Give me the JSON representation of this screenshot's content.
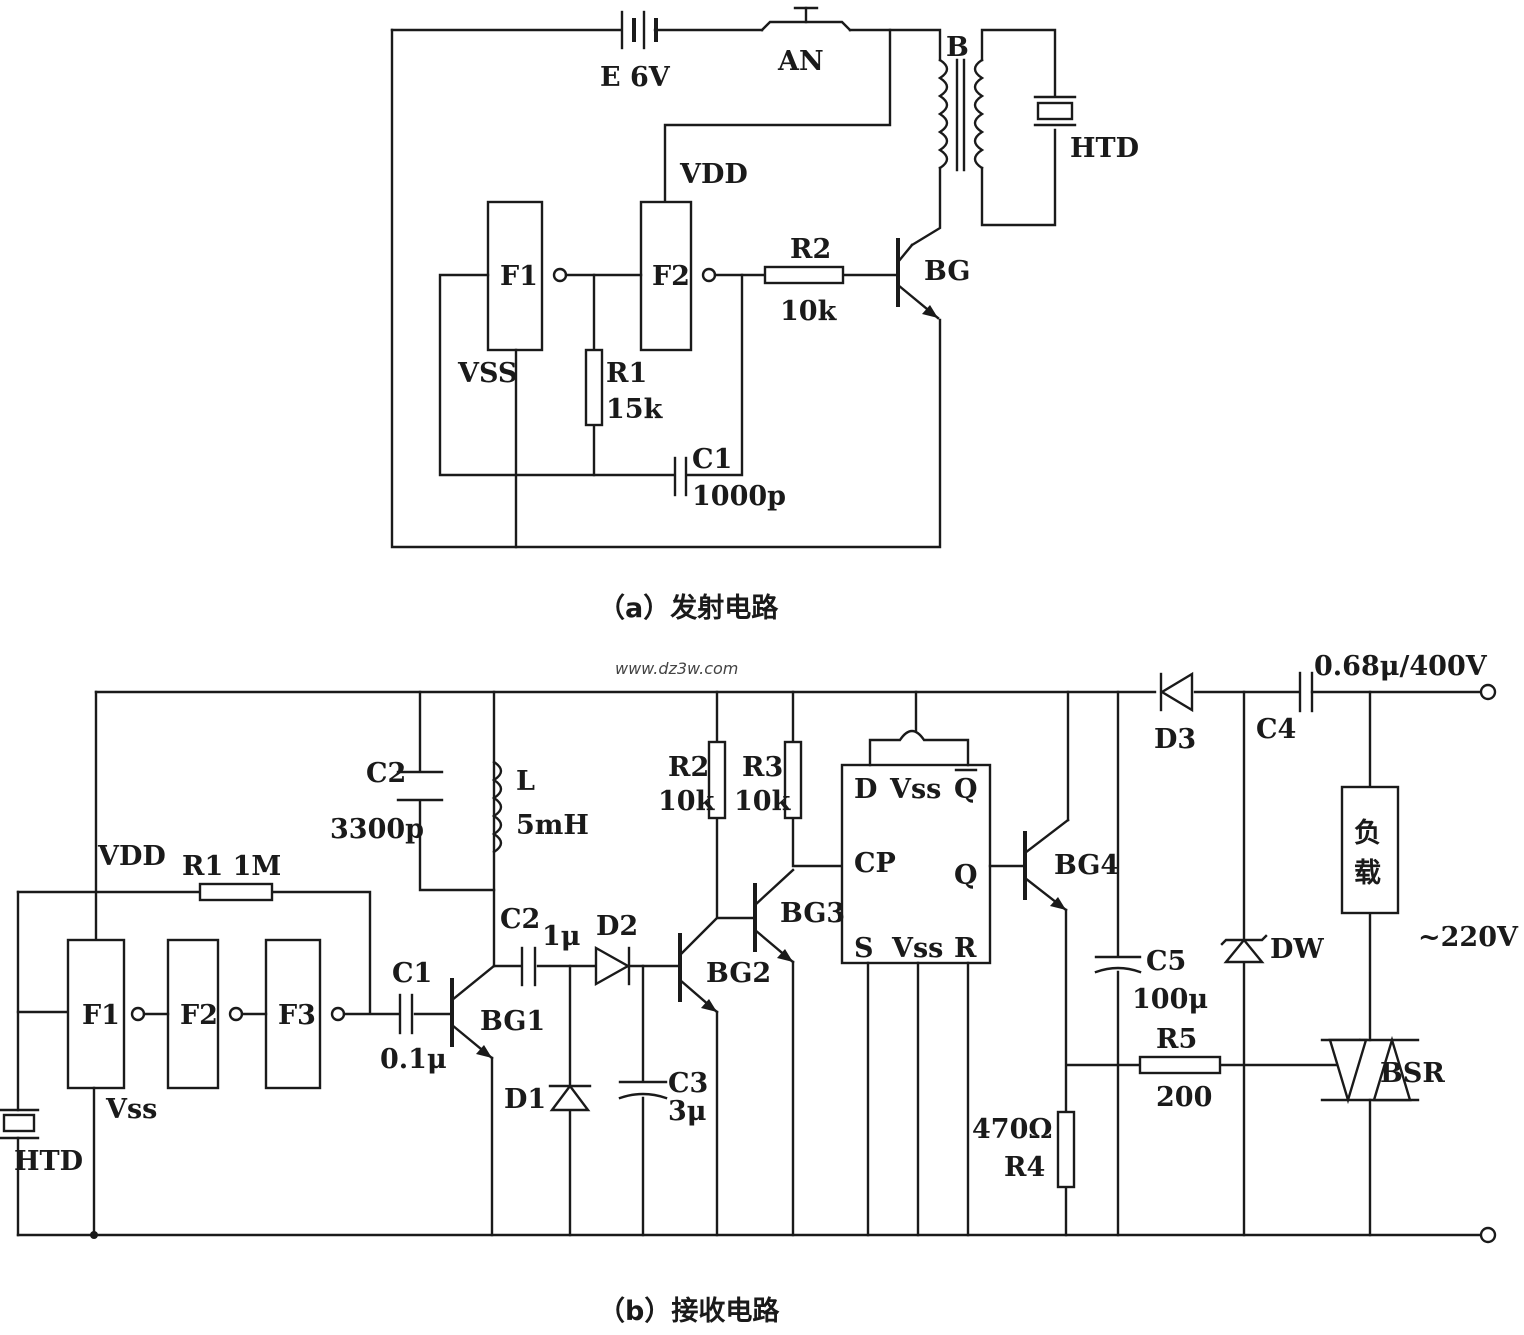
{
  "transmitter": {
    "caption": "（a）发射电路",
    "battery": "E  6V",
    "switch": "AN",
    "transformer": "B",
    "buzzer": "HTD",
    "vdd": "VDD",
    "vss": "VSS",
    "f1": "F1",
    "f2": "F2",
    "r1_name": "R1",
    "r1_value": "15k",
    "r2_name": "R2",
    "r2_value": "10k",
    "c1_name": "C1",
    "c1_value": "1000p",
    "transistor": "BG"
  },
  "receiver": {
    "caption": "（b）接收电路",
    "watermark": "www.dz3w.com",
    "buzzer": "HTD",
    "vdd": "VDD",
    "vss": "Vss",
    "r1": "R1    1M",
    "f1": "F1",
    "f2": "F2",
    "f3": "F3",
    "c1_name": "C1",
    "c1_value": "0.1μ",
    "bg1": "BG1",
    "c2_name": "C2",
    "c2_value": "3300p",
    "l_name": "L",
    "l_value": "5mH",
    "c2b_name": "C2",
    "c2b_value": "1μ",
    "d1": "D1",
    "d2": "D2",
    "c3_name": "C3",
    "c3_value": "3μ",
    "bg2": "BG2",
    "r2_name": "R2",
    "r2_value": "10k",
    "r3_name": "R3",
    "r3_value": "10k",
    "bg3": "BG3",
    "ff_d": "D",
    "ff_vss_top": "Vss",
    "ff_qbar": "Q",
    "ff_cp": "CP",
    "ff_q": "Q",
    "ff_s": "S",
    "ff_vss_bottom": "Vss",
    "ff_r": "R",
    "bg4": "BG4",
    "r4_value": "470Ω",
    "r4_name": "R4",
    "c5_name": "C5",
    "c5_value": "100μ",
    "d3": "D3",
    "c4_name": "C4",
    "c4_value": "0.68μ/400V",
    "dw": "DW",
    "r5_name": "R5",
    "r5_value": "200",
    "load_1": "负",
    "load_2": "载",
    "mains": "~220V",
    "triac": "BSR"
  }
}
